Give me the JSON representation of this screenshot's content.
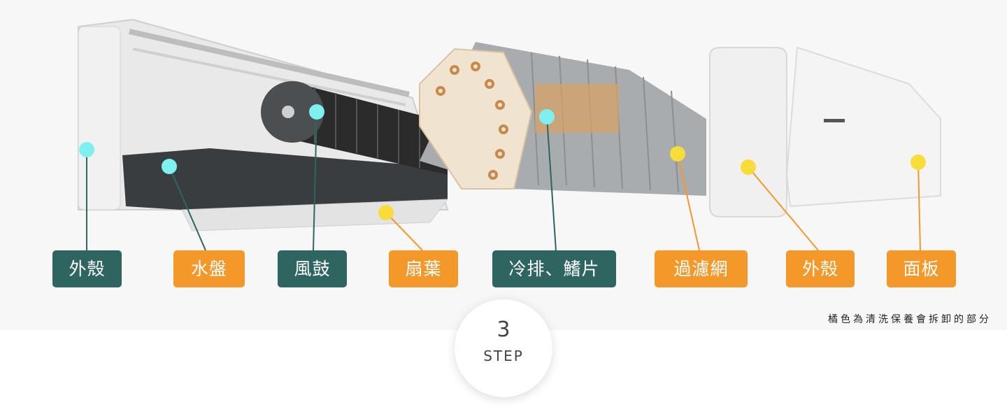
{
  "colors": {
    "teal": "#2f6561",
    "orange": "#f5982a",
    "cyan_dot": "#7ef0f0",
    "yellow_dot": "#f7dc3a"
  },
  "labels": [
    {
      "text": "外殼",
      "tone": "teal"
    },
    {
      "text": "水盤",
      "tone": "orange"
    },
    {
      "text": "風鼓",
      "tone": "teal"
    },
    {
      "text": "扇葉",
      "tone": "orange"
    },
    {
      "text": "冷排、鰭片",
      "tone": "teal"
    },
    {
      "text": "過濾網",
      "tone": "orange"
    },
    {
      "text": "外殼",
      "tone": "orange"
    },
    {
      "text": "面板",
      "tone": "orange"
    }
  ],
  "note": "橘色為清洗保養會拆卸的部分",
  "step": {
    "number": "3",
    "word": "STEP"
  }
}
